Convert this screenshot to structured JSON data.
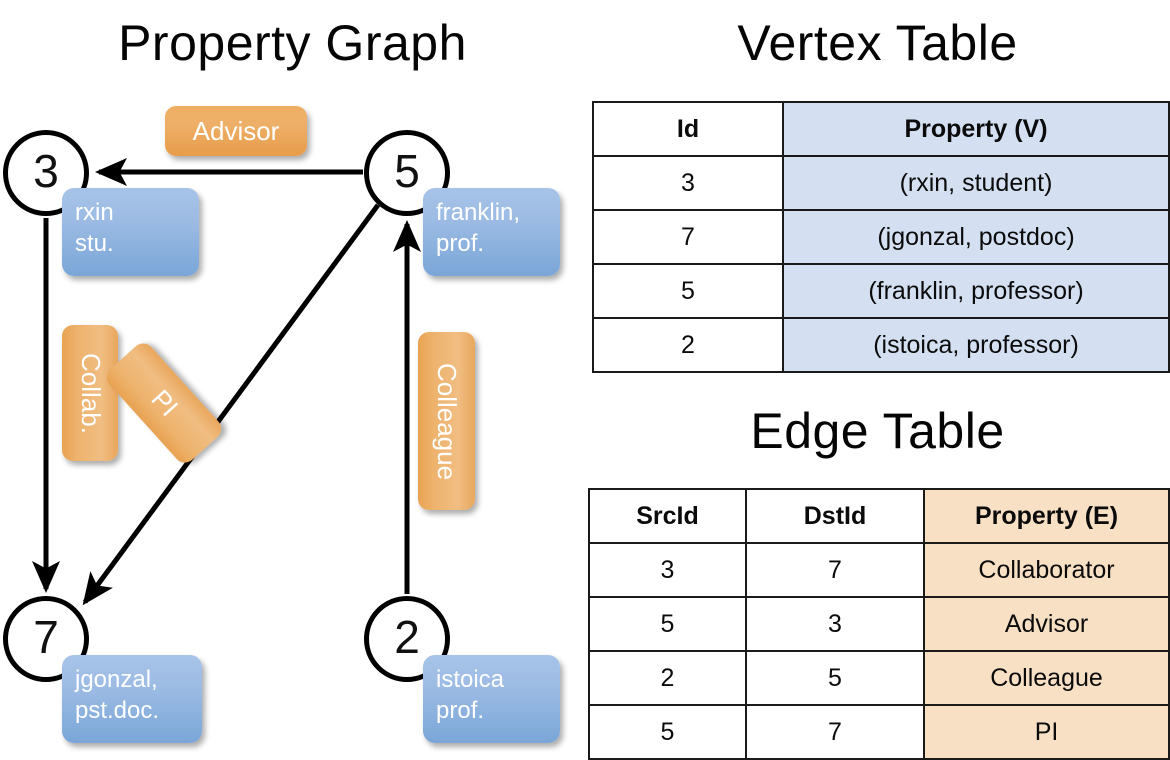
{
  "titles": {
    "property_graph": "Property Graph",
    "vertex_table": "Vertex Table",
    "edge_table": "Edge Table"
  },
  "graph": {
    "nodes": [
      {
        "id": "3",
        "property_line1": "rxin",
        "property_line2": "stu."
      },
      {
        "id": "5",
        "property_line1": "franklin,",
        "property_line2": "prof."
      },
      {
        "id": "7",
        "property_line1": "jgonzal,",
        "property_line2": "pst.doc."
      },
      {
        "id": "2",
        "property_line1": "istoica",
        "property_line2": "prof."
      }
    ],
    "edge_labels": [
      {
        "name": "advisor",
        "text": "Advisor",
        "from": "5",
        "to": "3"
      },
      {
        "name": "collab",
        "text": "Collab.",
        "from": "3",
        "to": "7"
      },
      {
        "name": "pi",
        "text": "PI",
        "from": "5",
        "to": "7"
      },
      {
        "name": "colleague",
        "text": "Colleague",
        "from": "2",
        "to": "5"
      }
    ]
  },
  "vertex_table": {
    "headers": [
      "Id",
      "Property (V)"
    ],
    "rows": [
      {
        "id": "3",
        "property": "(rxin, student)"
      },
      {
        "id": "7",
        "property": "(jgonzal, postdoc)"
      },
      {
        "id": "5",
        "property": "(franklin, professor)"
      },
      {
        "id": "2",
        "property": "(istoica, professor)"
      }
    ]
  },
  "edge_table": {
    "headers": [
      "SrcId",
      "DstId",
      "Property (E)"
    ],
    "rows": [
      {
        "src": "3",
        "dst": "7",
        "property": "Collaborator"
      },
      {
        "src": "5",
        "dst": "3",
        "property": "Advisor"
      },
      {
        "src": "2",
        "dst": "5",
        "property": "Colleague"
      },
      {
        "src": "5",
        "dst": "7",
        "property": "PI"
      }
    ]
  },
  "colors": {
    "vertex_property_cell": "#d4e0f1",
    "edge_property_cell": "#f8e0c5",
    "node_box_blue": "#7aa6d8",
    "edge_label_orange": "#e8a252",
    "stroke": "#000000"
  }
}
